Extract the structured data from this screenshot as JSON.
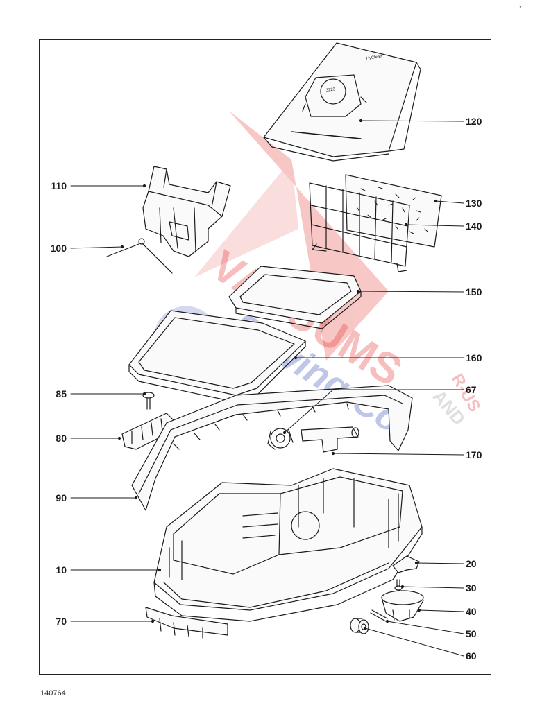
{
  "diagram": {
    "ref_number": "140764",
    "corner_mark": ",",
    "watermark": {
      "word_1": "VACUUMS",
      "word_2": "Sewing Co",
      "word_3": "R-US",
      "word_4": "AND",
      "red": "#e53935",
      "blue": "#3f51b5",
      "grey": "#9e9e9e"
    },
    "parts": [
      {
        "id": "120",
        "label": "120"
      },
      {
        "id": "110",
        "label": "110"
      },
      {
        "id": "130",
        "label": "130"
      },
      {
        "id": "140",
        "label": "140"
      },
      {
        "id": "100",
        "label": "100"
      },
      {
        "id": "150",
        "label": "150"
      },
      {
        "id": "160",
        "label": "160"
      },
      {
        "id": "85",
        "label": "85"
      },
      {
        "id": "67",
        "label": "67"
      },
      {
        "id": "80",
        "label": "80"
      },
      {
        "id": "170",
        "label": "170"
      },
      {
        "id": "90",
        "label": "90"
      },
      {
        "id": "20",
        "label": "20"
      },
      {
        "id": "10",
        "label": "10"
      },
      {
        "id": "30",
        "label": "30"
      },
      {
        "id": "40",
        "label": "40"
      },
      {
        "id": "70",
        "label": "70"
      },
      {
        "id": "50",
        "label": "50"
      },
      {
        "id": "60",
        "label": "60"
      }
    ],
    "bag_print": {
      "brand": "HyClean",
      "code": "3223"
    }
  }
}
